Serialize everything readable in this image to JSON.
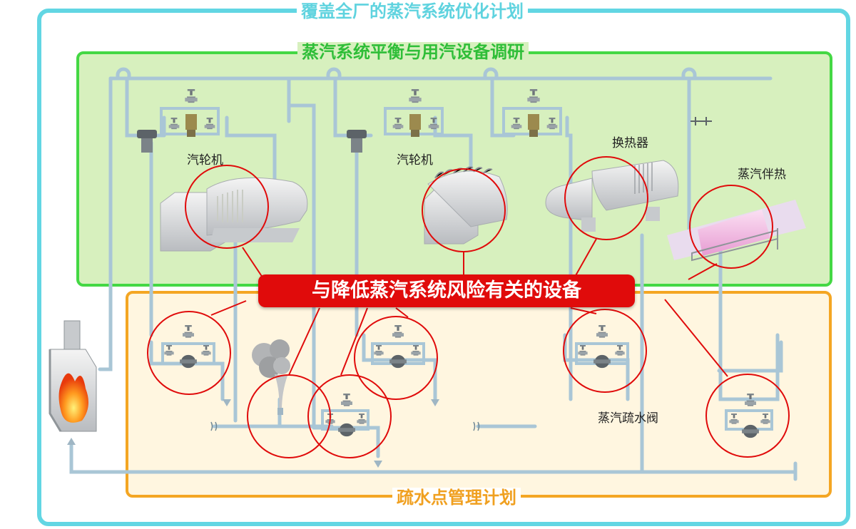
{
  "titles": {
    "outer": "覆盖全厂的蒸汽系统优化计划",
    "top": "蒸汽系统平衡与用汽设备调研",
    "bottom": "疏水点管理计划"
  },
  "banner": "与降低蒸汽系统风险有关的设备",
  "labels": {
    "turbine1": "汽轮机",
    "turbine2": "汽轮机",
    "heat_exchanger": "换热器",
    "steam_tracing": "蒸汽伴热",
    "steam_trap_valve": "蒸汽疏水阀"
  },
  "colors": {
    "outer_border": "#62d6e3",
    "top_border": "#44d844",
    "top_fill": "#d7f0be",
    "bottom_border": "#f4a623",
    "bottom_fill": "#fff6e0",
    "highlight_circle": "#e00b0b",
    "pipe": "#a9c6d6"
  }
}
